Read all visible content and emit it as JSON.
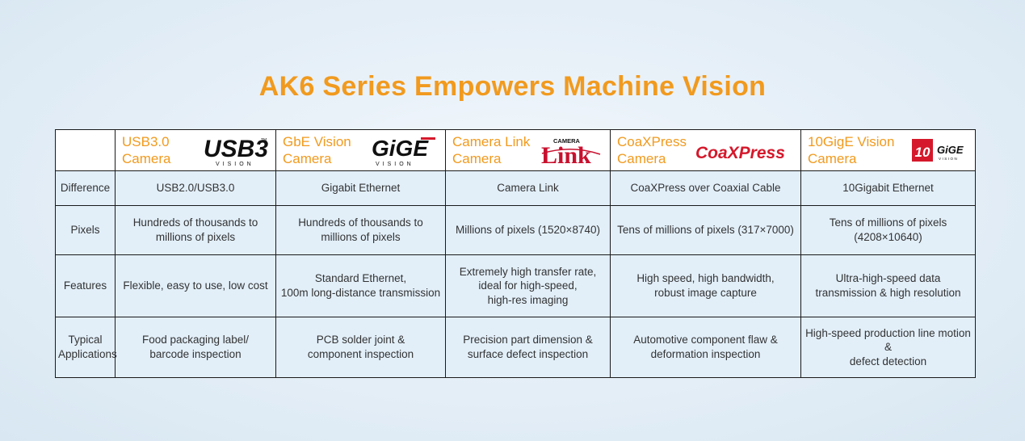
{
  "title": "AK6 Series Empowers Machine Vision",
  "columns": [
    {
      "line1": "USB3.0",
      "line2": "Camera",
      "logo": "usb3-vision-logo",
      "logo_text": "USB3",
      "logo_sub": "VISION"
    },
    {
      "line1": "GbE Vision",
      "line2": "Camera",
      "logo": "gige-vision-logo",
      "logo_text": "GiGE",
      "logo_sub": "VISION"
    },
    {
      "line1": "Camera Link",
      "line2": "Camera",
      "logo": "camera-link-logo",
      "logo_text": "Link",
      "logo_sub": "CAMERA"
    },
    {
      "line1": "CoaXPress",
      "line2": "Camera",
      "logo": "coaxpress-logo",
      "logo_text": "CoaXPress"
    },
    {
      "line1": "10GigE Vision",
      "line2": "Camera",
      "logo": "10gige-vision-logo",
      "logo_num": "10",
      "logo_text": "GiGE",
      "logo_sub": "VISION"
    }
  ],
  "rows": [
    {
      "label": "Difference",
      "cells": [
        [
          "USB2.0/USB3.0"
        ],
        [
          "Gigabit Ethernet"
        ],
        [
          "Camera Link"
        ],
        [
          "CoaXPress over Coaxial Cable"
        ],
        [
          "10Gigabit Ethernet"
        ]
      ]
    },
    {
      "label": "Pixels",
      "cells": [
        [
          "Hundreds of thousands to",
          "millions of pixels"
        ],
        [
          "Hundreds of thousands to",
          "millions of pixels"
        ],
        [
          "Millions of pixels (1520×8740)"
        ],
        [
          "Tens of millions of pixels (317×7000)"
        ],
        [
          "Tens of millions of pixels",
          "(4208×10640)"
        ]
      ]
    },
    {
      "label": "Features",
      "cells": [
        [
          "Flexible, easy to use, low cost"
        ],
        [
          "Standard Ethernet,",
          "100m long-distance transmission"
        ],
        [
          "Extremely high transfer rate,",
          "ideal for high-speed,",
          "high-res imaging"
        ],
        [
          "High speed, high bandwidth,",
          "robust image capture"
        ],
        [
          "Ultra-high-speed data",
          "transmission & high resolution"
        ]
      ]
    },
    {
      "label_lines": [
        "Typical",
        "Applications"
      ],
      "cells": [
        [
          "Food packaging label/",
          "barcode inspection"
        ],
        [
          "PCB solder joint &",
          "component inspection"
        ],
        [
          "Precision part dimension &",
          "surface defect inspection"
        ],
        [
          "Automotive component flaw &",
          "deformation inspection"
        ],
        [
          "High-speed production line motion &",
          "defect detection"
        ]
      ]
    }
  ],
  "colors": {
    "accent": "#f19a1e",
    "cell_bg": "#e2eff9",
    "border": "#1a1a1a",
    "logo_red": "#d5182b"
  }
}
